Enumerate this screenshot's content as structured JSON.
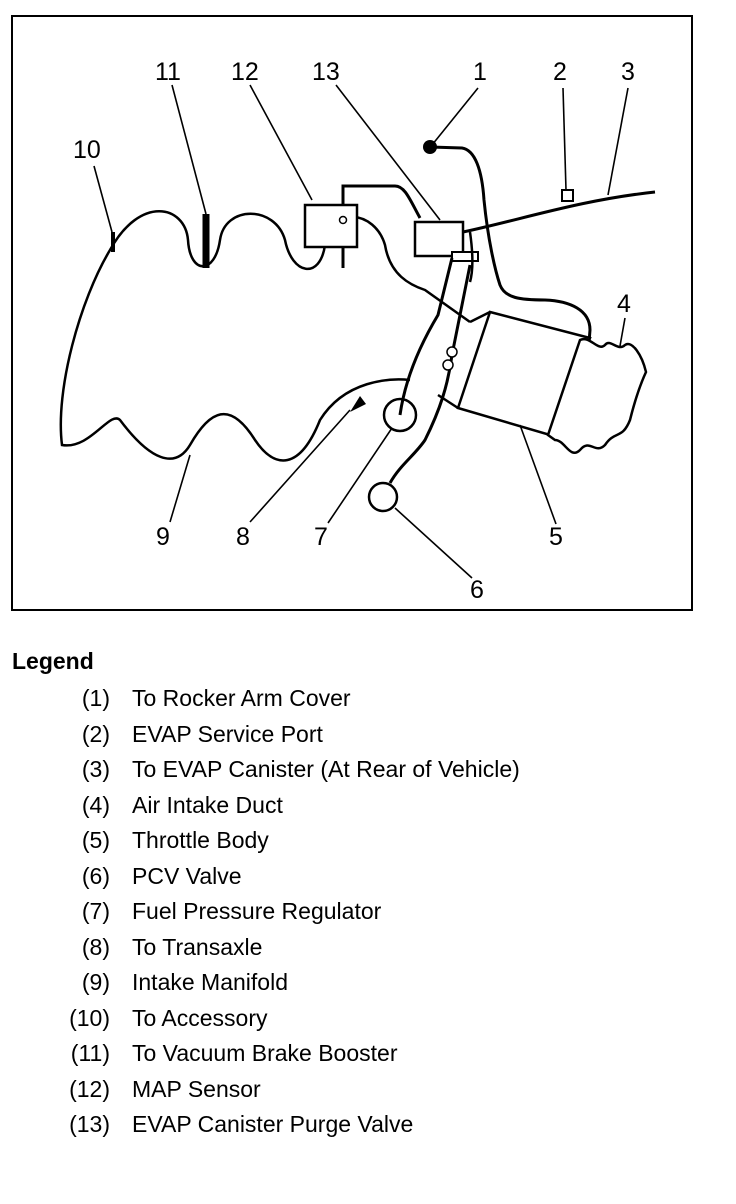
{
  "callouts": [
    {
      "id": "1",
      "label": "1"
    },
    {
      "id": "2",
      "label": "2"
    },
    {
      "id": "3",
      "label": "3"
    },
    {
      "id": "4",
      "label": "4"
    },
    {
      "id": "5",
      "label": "5"
    },
    {
      "id": "6",
      "label": "6"
    },
    {
      "id": "7",
      "label": "7"
    },
    {
      "id": "8",
      "label": "8"
    },
    {
      "id": "9",
      "label": "9"
    },
    {
      "id": "10",
      "label": "10"
    },
    {
      "id": "11",
      "label": "11"
    },
    {
      "id": "12",
      "label": "12"
    },
    {
      "id": "13",
      "label": "13"
    }
  ],
  "legend": {
    "title": "Legend",
    "items": [
      {
        "num": "(1)",
        "text": "To Rocker Arm Cover"
      },
      {
        "num": "(2)",
        "text": "EVAP Service Port"
      },
      {
        "num": "(3)",
        "text": "To EVAP Canister (At Rear of Vehicle)"
      },
      {
        "num": "(4)",
        "text": "Air Intake Duct"
      },
      {
        "num": "(5)",
        "text": "Throttle Body"
      },
      {
        "num": "(6)",
        "text": "PCV Valve"
      },
      {
        "num": "(7)",
        "text": "Fuel Pressure Regulator"
      },
      {
        "num": "(8)",
        "text": "To Transaxle"
      },
      {
        "num": "(9)",
        "text": "Intake Manifold"
      },
      {
        "num": "(10)",
        "text": "To Accessory"
      },
      {
        "num": "(11)",
        "text": "To Vacuum Brake Booster"
      },
      {
        "num": "(12)",
        "text": "MAP Sensor"
      },
      {
        "num": "(13)",
        "text": "EVAP Canister Purge Valve"
      }
    ]
  }
}
